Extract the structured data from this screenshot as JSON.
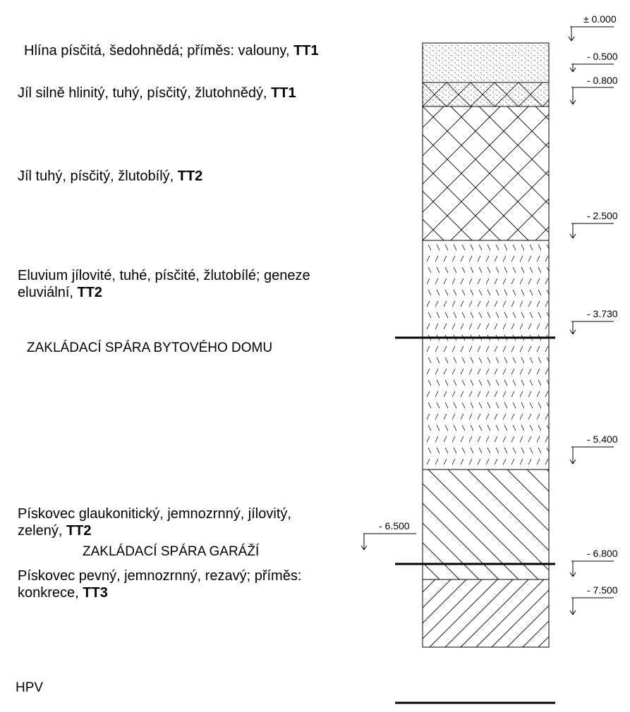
{
  "layers": [
    {
      "text": "Hlína písčitá, šedohnědá; příměs: valouny, ",
      "code": "TT1"
    },
    {
      "text": "Jíl silně hlinitý, tuhý, písčitý, žlutohnědý, ",
      "code": "TT1"
    },
    {
      "text": "Jíl tuhý, písčitý, žlutobílý, ",
      "code": "TT2"
    },
    {
      "line1": "Eluvium jílovité, tuhé, písčité, žlutobílé; geneze",
      "line2": "eluviální, ",
      "code": "TT2"
    },
    {
      "line1": "Pískovec glaukonitický, jemnozrnný, jílovitý,",
      "line2": "zelený, ",
      "code": "TT2"
    },
    {
      "line1": "Pískovec pevný, jemnozrnný, rezavý; příměs:",
      "line2": "konkrece, ",
      "code": "TT3"
    }
  ],
  "markers": {
    "foundation_apartment": "ZAKLÁDACÍ SPÁRA BYTOVÉHO DOMU",
    "foundation_garage": "ZAKLÁDACÍ SPÁRA GARÁŽÍ",
    "groundwater": "HPV"
  },
  "levels": {
    "l0": "± 0.000",
    "l1": "- 0.500",
    "l2": "- 0.800",
    "l3": "- 2.500",
    "l4": "- 3.730",
    "l5": "- 5.400",
    "l6": "- 6.500",
    "l7": "- 6.800",
    "l8": "- 7.500"
  }
}
